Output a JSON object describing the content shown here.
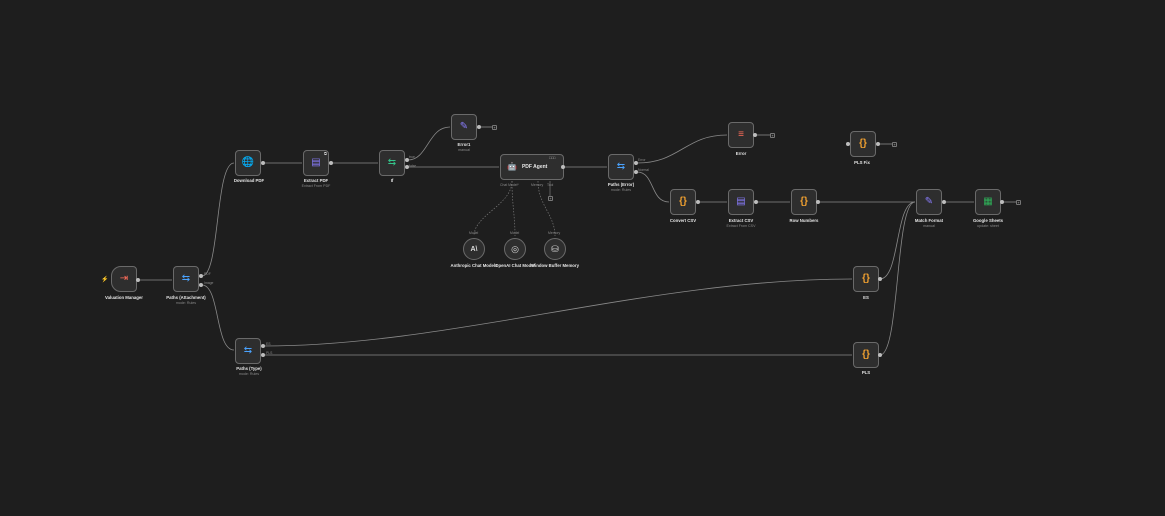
{
  "nodes": {
    "valuation_manager": {
      "label": "Valuation Manager",
      "icon": "⇥",
      "color": "#ff6d5a"
    },
    "paths_attachment": {
      "label": "Paths (Attachment)",
      "sub": "mode: Rules",
      "out1": "PDF",
      "out2": "Image",
      "icon": "⇆",
      "color": "#4aa3ff"
    },
    "download_pdf": {
      "label": "Download PDF",
      "icon": "🌐",
      "color": "#8a7dff"
    },
    "extract_pdf": {
      "label": "Extract PDF",
      "sub": "Extract From PDF",
      "icon": "▤",
      "color": "#8a7dff"
    },
    "if": {
      "label": "If",
      "out_true": "true",
      "out_false": "false",
      "icon": "⇆",
      "color": "#35c48a"
    },
    "error1": {
      "label": "Error1",
      "sub": "manual",
      "icon": "✎",
      "color": "#8a7dff"
    },
    "pdf_agent": {
      "label": "PDF Agent",
      "icon": "🤖",
      "color": "#cccccc",
      "port_chat": "Chat Model*",
      "port_memory": "Memory",
      "port_tool": "Tool"
    },
    "anthropic": {
      "label": "Anthropic Chat Model1",
      "top": "Model",
      "icon": "A\\",
      "color": "#dddddd"
    },
    "openai": {
      "label": "OpenAI Chat Model",
      "top": "Model",
      "icon": "◎",
      "color": "#dddddd"
    },
    "memory": {
      "label": "Window Buffer Memory",
      "top": "Memory",
      "icon": "⛁",
      "color": "#dddddd"
    },
    "paths_error": {
      "label": "Paths (Error)",
      "sub": "mode: Rules",
      "out1": "Error",
      "out2": "Normal",
      "icon": "⇆",
      "color": "#4aa3ff"
    },
    "error": {
      "label": "Error",
      "icon": "≡",
      "color": "#ff6d5a"
    },
    "pls_fix": {
      "label": "PLS Fix",
      "icon": "{}",
      "color": "#f0a030"
    },
    "convert_csv": {
      "label": "Convert CSV",
      "icon": "{}",
      "color": "#f0a030"
    },
    "extract_csv": {
      "label": "Extract CSV",
      "sub": "Extract From CSV",
      "icon": "▤",
      "color": "#8a7dff"
    },
    "row_numbers": {
      "label": "Row Numbers",
      "icon": "{}",
      "color": "#f0a030"
    },
    "match_format": {
      "label": "Match Format",
      "sub": "manual",
      "icon": "✎",
      "color": "#8a7dff"
    },
    "google_sheets": {
      "label": "Google Sheets",
      "sub": "update: sheet",
      "icon": "▦",
      "color": "#2fb35a"
    },
    "es": {
      "label": "ES",
      "icon": "{}",
      "color": "#f0a030"
    },
    "pls": {
      "label": "PLS",
      "icon": "{}",
      "color": "#f0a030"
    },
    "paths_type": {
      "label": "Paths (Type)",
      "sub": "mode: Rules",
      "out1": "ES",
      "out2": "PLS",
      "icon": "⇆",
      "color": "#4aa3ff"
    }
  },
  "plus_symbol": "+",
  "lightning_symbol": "⚡"
}
